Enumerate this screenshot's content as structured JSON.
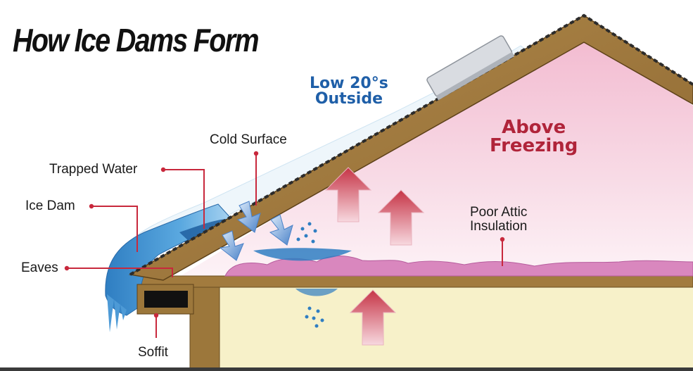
{
  "title": "How Ice Dams Form",
  "temperatures": {
    "outside": [
      "Low 20°s",
      "Outside"
    ],
    "attic": [
      "Above",
      "Freezing"
    ]
  },
  "labels": {
    "cold_surface": "Cold Surface",
    "trapped_water": "Trapped Water",
    "ice_dam": "Ice Dam",
    "eaves": "Eaves",
    "poor_insulation": [
      "Poor Attic",
      "Insulation"
    ],
    "soffit": "Soffit"
  },
  "colors": {
    "leader": "#c8283c",
    "ice": "#3d8fd1",
    "snow": "#eaf4fb",
    "attic_warm": "#f4c4d6",
    "insulation": "#d87fbd",
    "wood": "#a07a3e",
    "wall": "#f7f1c9",
    "warm_arrow": "#c9404f",
    "cold_arrow": "#6a9fd8"
  }
}
